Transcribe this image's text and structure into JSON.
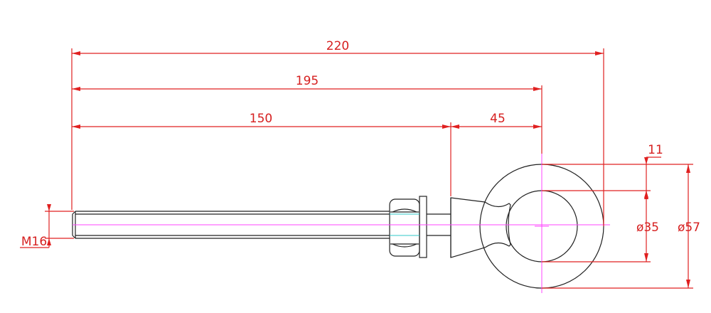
{
  "drawing": {
    "dimensions": {
      "overall_length": "220",
      "eye_center_length": "195",
      "thread_length": "150",
      "neck_length": "45",
      "ring_thickness": "11",
      "inner_diameter": "ø35",
      "outer_diameter": "ø57",
      "thread_size": "M16"
    },
    "colors": {
      "dimension": "#e02020",
      "part_outline": "#222222",
      "centerline": "#ff44ff",
      "hidden": "#30c8c8"
    }
  }
}
